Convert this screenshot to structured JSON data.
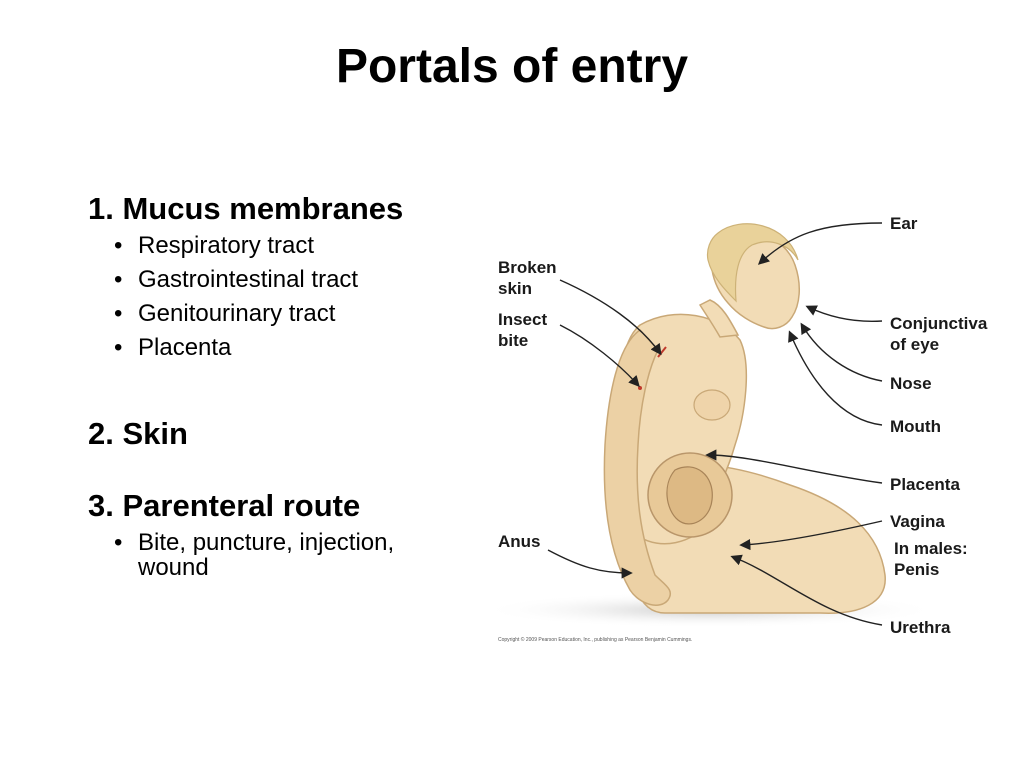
{
  "title": "Portals of entry",
  "sections": [
    {
      "heading": "1. Mucus membranes",
      "bullets": [
        "Respiratory tract",
        "Gastrointestinal tract",
        "Genitourinary tract",
        "Placenta"
      ]
    },
    {
      "heading": "2. Skin",
      "bullets": []
    },
    {
      "heading": "3. Parenteral route",
      "bullets": [
        "Bite, puncture, injection, wound"
      ]
    }
  ],
  "figure": {
    "labels": {
      "ear": "Ear",
      "broken_skin_1": "Broken",
      "broken_skin_2": "skin",
      "insect_bite_1": "Insect",
      "insect_bite_2": "bite",
      "conjunctiva_1": "Conjunctiva",
      "conjunctiva_2": "of eye",
      "nose": "Nose",
      "mouth": "Mouth",
      "placenta": "Placenta",
      "vagina": "Vagina",
      "in_males_1": "In males:",
      "in_males_2": "Penis",
      "anus": "Anus",
      "urethra": "Urethra"
    },
    "copyright": "Copyright © 2009 Pearson Education, Inc., publishing as Pearson Benjamin Cummings.",
    "colors": {
      "skin": "#f2dcb6",
      "skin_shadow": "#d9bd8e",
      "hair": "#e9d29a",
      "line": "#222222",
      "wound": "#c0392b"
    }
  }
}
